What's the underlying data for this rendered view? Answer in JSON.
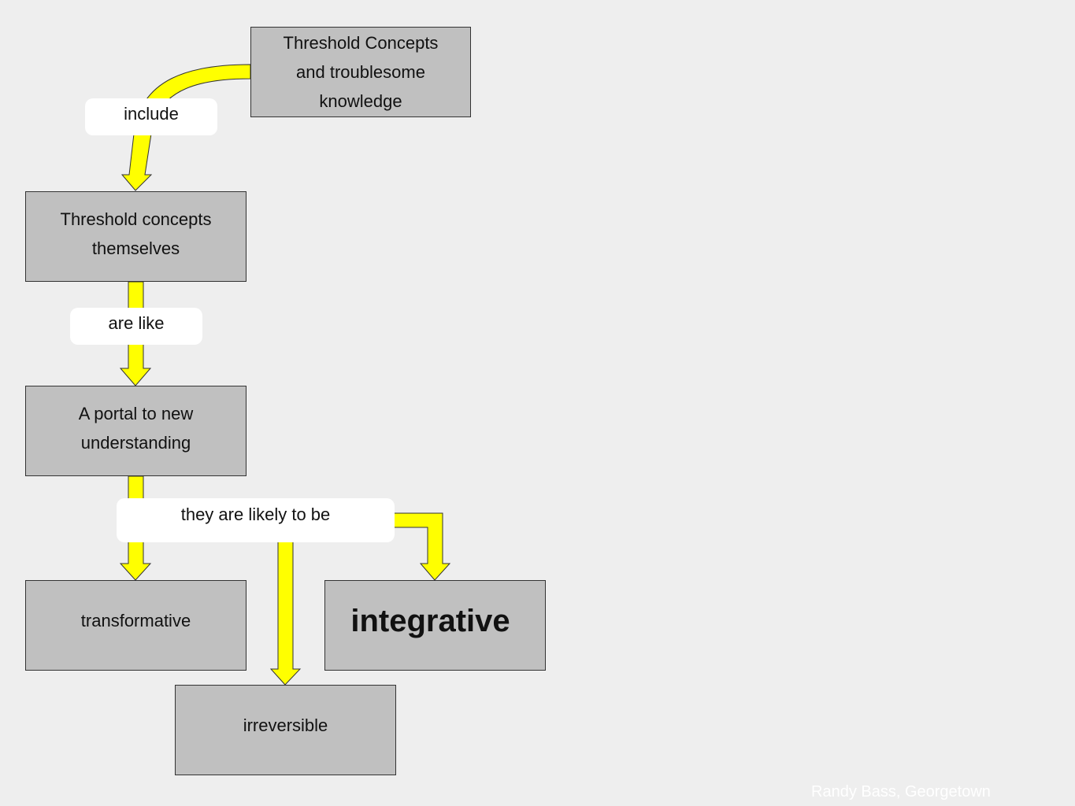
{
  "colors": {
    "background": "#eeeeee",
    "node_fill": "#c0c0c0",
    "node_border": "#333333",
    "arrow_fill": "#ffff00",
    "arrow_stroke": "#333333",
    "label_fill": "#ffffff"
  },
  "nodes": {
    "root": {
      "lines": [
        "Threshold Concepts",
        "and troublesome",
        "knowledge"
      ]
    },
    "concepts": {
      "lines": [
        "Threshold concepts",
        "themselves"
      ]
    },
    "portal": {
      "lines": [
        "A portal to new",
        "understanding"
      ]
    },
    "transformative": {
      "lines": [
        "transformative"
      ]
    },
    "integrative": {
      "lines": [
        "integrative"
      ]
    },
    "irreversible": {
      "lines": [
        "irreversible"
      ]
    }
  },
  "labels": {
    "include": "include",
    "are_like": "are like",
    "likely": "they are likely to be"
  },
  "credit": "Randy Bass, Georgetown"
}
